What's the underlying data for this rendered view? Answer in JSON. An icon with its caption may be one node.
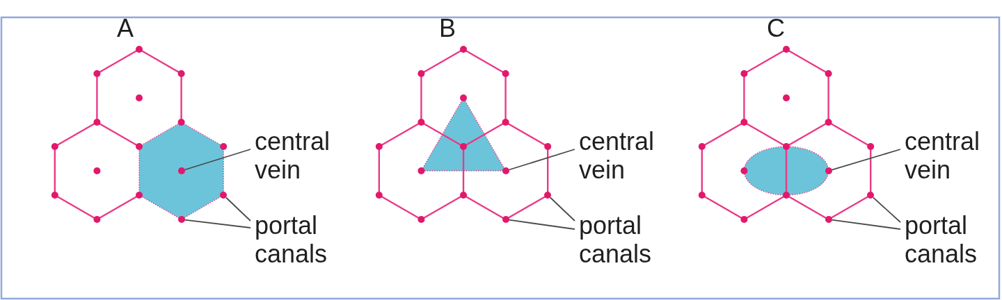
{
  "diagram": {
    "nodes": [
      {
        "text": [
          "central vein"
        ]
      },
      {
        "text": [
          "portal canals"
        ]
      },
      {
        "text": [],
        "shape": "circle"
      },
      {
        "text": [],
        "shape": "circle"
      },
      {
        "text": [],
        "shape": "circle"
      },
      {
        "text": [
          "central vein"
        ]
      },
      {
        "text": [
          "portal canals"
        ]
      },
      {
        "text": [],
        "shape": "circle"
      },
      {
        "text": [],
        "shape": "circle"
      },
      {
        "text": [],
        "shape": "circle"
      },
      {
        "text": [
          "central vein"
        ]
      },
      {
        "text": [
          "portal canals"
        ]
      },
      {
        "text": [],
        "shape": "circle"
      },
      {
        "text": [],
        "shape": "circle"
      },
      {
        "text": [],
        "shape": "circle"
      }
    ],
    "edges": [
      {
        "from": 0,
        "to": 2,
        "arrow": "none"
      },
      {
        "from": 1,
        "to": 3,
        "arrow": "none"
      },
      {
        "from": 1,
        "to": 4,
        "arrow": "none"
      },
      {
        "from": 5,
        "to": 7,
        "arrow": "none"
      },
      {
        "from": 6,
        "to": 8,
        "arrow": "none"
      },
      {
        "from": 6,
        "to": 9,
        "arrow": "none"
      },
      {
        "from": 10,
        "to": 12,
        "arrow": "none"
      },
      {
        "from": 11,
        "to": 13,
        "arrow": "none"
      },
      {
        "from": 11,
        "to": 14,
        "arrow": "none"
      }
    ],
    "labels": [
      "A",
      "B",
      "C"
    ]
  }
}
